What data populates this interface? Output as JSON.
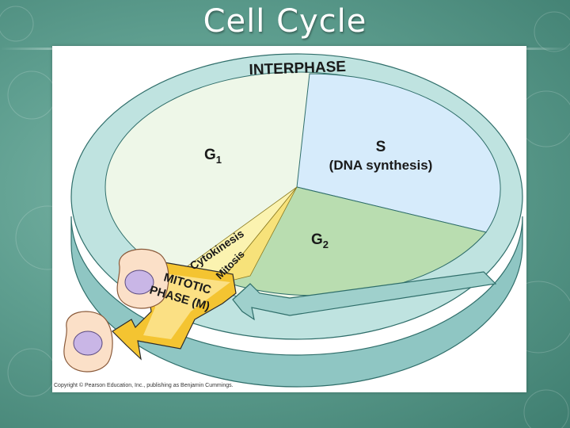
{
  "slide": {
    "title": "Cell Cycle"
  },
  "diagram": {
    "interphase_label": "INTERPHASE",
    "g1_label": "G",
    "g1_sub": "1",
    "s_label": "S",
    "s_sublabel": "(DNA synthesis)",
    "g2_label": "G",
    "g2_sub": "2",
    "cytokinesis_label": "Cytokinesis",
    "mitosis_label": "Mitosis",
    "mitotic_line1": "MITOTIC",
    "mitotic_line2": "PHASE (M)"
  },
  "copyright": "Copyright © Pearson Education, Inc., publishing as Benjamin Cummings.",
  "colors": {
    "ring": "#bfe3e0",
    "ring_side": "#8fc6c3",
    "g1": "#eef7e8",
    "s": "#d6ebfb",
    "g2": "#b9ddb0",
    "mitosis": "#f7e27a",
    "cytokinesis": "#fbf3b0",
    "arrow": "#f4c431"
  }
}
